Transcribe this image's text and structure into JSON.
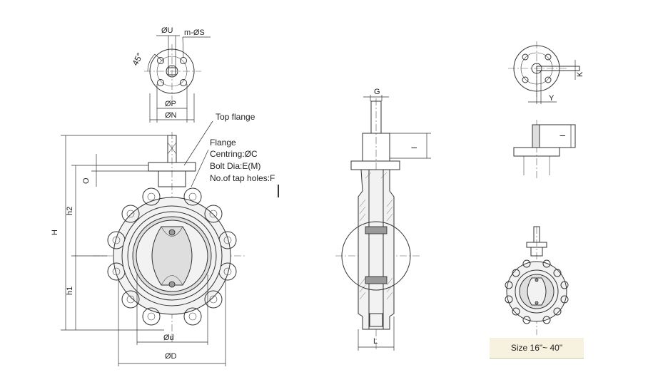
{
  "top_flange_view": {
    "dim_u": "ØU",
    "dim_m_s": "m-ØS",
    "angle": "45°",
    "dim_p": "ØP",
    "dim_n": "ØN"
  },
  "front_view": {
    "top_flange_label": "Top flange",
    "flange_label": "Flange",
    "centring_label": "Centring:ØC",
    "bolt_dia_label": "Bolt  Dia:E(M)",
    "tap_holes_label": "No.of  tap  holes:F",
    "dim_h": "H",
    "dim_h2": "h2",
    "dim_h1": "h1",
    "dim_o": "O",
    "dim_d_small": "Ød",
    "dim_d_large": "ØD"
  },
  "side_view": {
    "dim_g": "G",
    "dim_i": "I",
    "dim_l": "L"
  },
  "detail_view": {
    "dim_k": "K",
    "dim_y": "Y",
    "dim_i": "I"
  },
  "size_label": "Size  16\"~ 40\""
}
